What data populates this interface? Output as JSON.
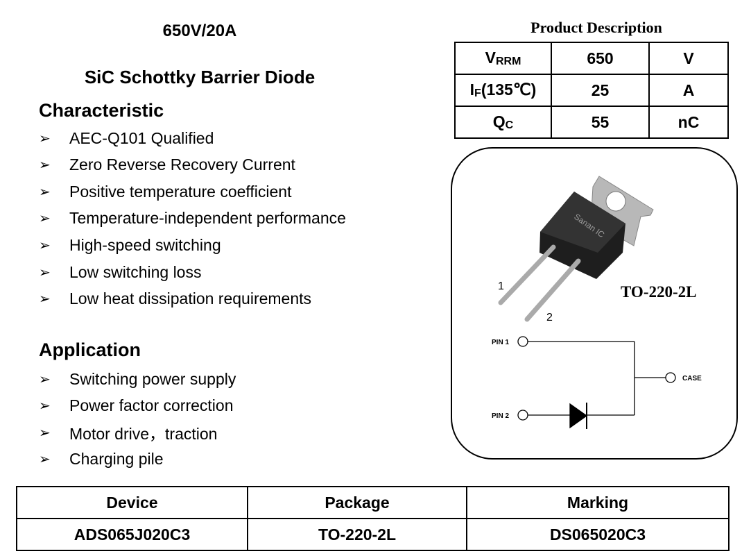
{
  "header": {
    "rating": "650V/20A",
    "device_type": "SiC Schottky Barrier Diode"
  },
  "characteristic": {
    "heading": "Characteristic",
    "items": [
      "AEC-Q101 Qualified",
      "Zero Reverse Recovery Current",
      "Positive temperature coefficient",
      "Temperature-independent performance",
      "High-speed switching",
      "Low switching loss",
      "Low heat dissipation requirements"
    ]
  },
  "application": {
    "heading": "Application",
    "items": [
      "Switching power supply",
      "Power factor correction",
      "Motor drive，traction",
      "Charging pile"
    ]
  },
  "bullet_glyph": "➢",
  "product_description": {
    "title": "Product Description",
    "rows": [
      {
        "sym": "V",
        "sub": "RRM",
        "suffix": "",
        "value": "650",
        "unit": "V"
      },
      {
        "sym": "I",
        "sub": "F",
        "suffix": "(135℃)",
        "value": "25",
        "unit": "A"
      },
      {
        "sym": "Q",
        "sub": "C",
        "suffix": "",
        "value": "55",
        "unit": "nC"
      }
    ]
  },
  "package": {
    "name": "TO-220-2L",
    "pin1_num": "1",
    "pin2_num": "2",
    "brand_marking": "Sanan IC",
    "pin1_label": "PIN 1",
    "pin2_label": "PIN 2",
    "case_label": "CASE"
  },
  "device_table": {
    "headers": [
      "Device",
      "Package",
      "Marking"
    ],
    "row": [
      "ADS065J020C3",
      "TO-220-2L",
      "DS065020C3"
    ]
  }
}
